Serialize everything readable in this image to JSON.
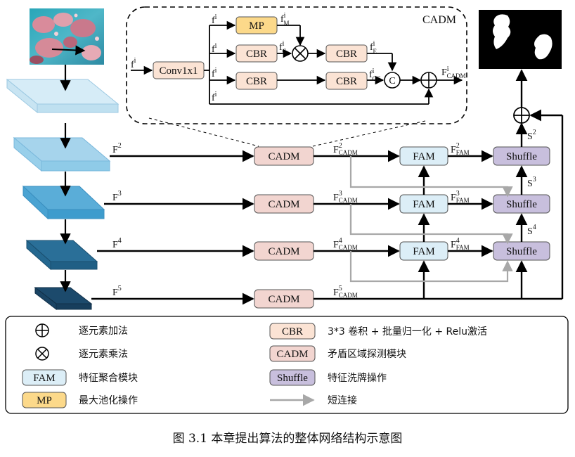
{
  "module_title": "CADM",
  "labels": {
    "f": "f",
    "i": "i",
    "F": "F",
    "S": "S",
    "cadm_sub": "CADM",
    "fam_sub": "FAM",
    "M": "M",
    "C": "C",
    "E": "E",
    "CC": "CC",
    "concat": "C"
  },
  "modules": {
    "conv": "Conv1x1",
    "mp": "MP",
    "cbr": "CBR",
    "cadm": "CADM",
    "fam": "FAM",
    "shuffle": "Shuffle"
  },
  "levels": [
    "2",
    "3",
    "4",
    "5"
  ],
  "legend": {
    "add": "逐元素加法",
    "mul": "逐元素乘法",
    "fam": "特征聚合模块",
    "mp": "最大池化操作",
    "cbr": "3*3 卷积 + 批量归一化 + Relu激活",
    "cadm": "矛盾区域探测模块",
    "shuffle": "特征洗牌操作",
    "skip": "短连接"
  },
  "caption": "图 3.1  本章提出算法的整体网络结构示意图",
  "colors": {
    "cbr": "#fbe3d4",
    "cadm": "#f2d5d0",
    "fam": "#dceef7",
    "shuffle": "#c8bfdd",
    "mp": "#fcd98a",
    "layer1": "#bfe0f0",
    "layer2": "#8fcbe8",
    "layer3": "#3e9ccd",
    "layer4": "#1f5f85",
    "layer5": "#173e5c",
    "skip": "#a8a8a8"
  }
}
